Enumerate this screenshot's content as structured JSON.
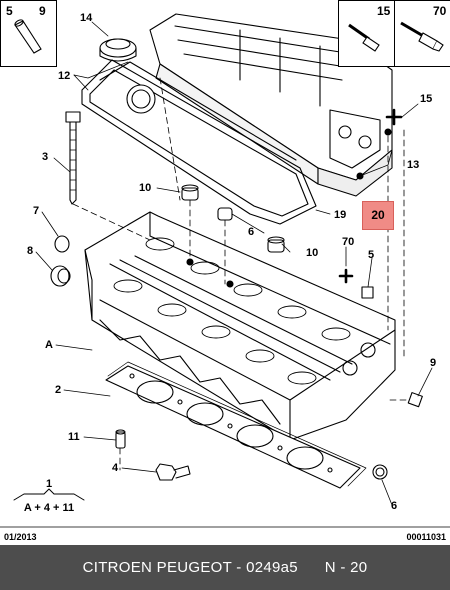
{
  "corners": {
    "top_left": [
      "5",
      "9"
    ],
    "top_right": [
      "15",
      "70"
    ]
  },
  "callouts": [
    "14",
    "12",
    "3",
    "10",
    "7",
    "8",
    "A",
    "2",
    "11",
    "4",
    "6",
    "10",
    "70",
    "5",
    "15",
    "13",
    "19",
    "9",
    "6",
    "1"
  ],
  "highlight": {
    "label": "20",
    "color": "#f08b86"
  },
  "formula": {
    "top": "1",
    "expression": "A + 4 + 11"
  },
  "date": "01/2013",
  "doc_code": "00011031",
  "footer": {
    "title": "CITROEN PEUGEOT - 0249a5",
    "page": "N - 20"
  }
}
